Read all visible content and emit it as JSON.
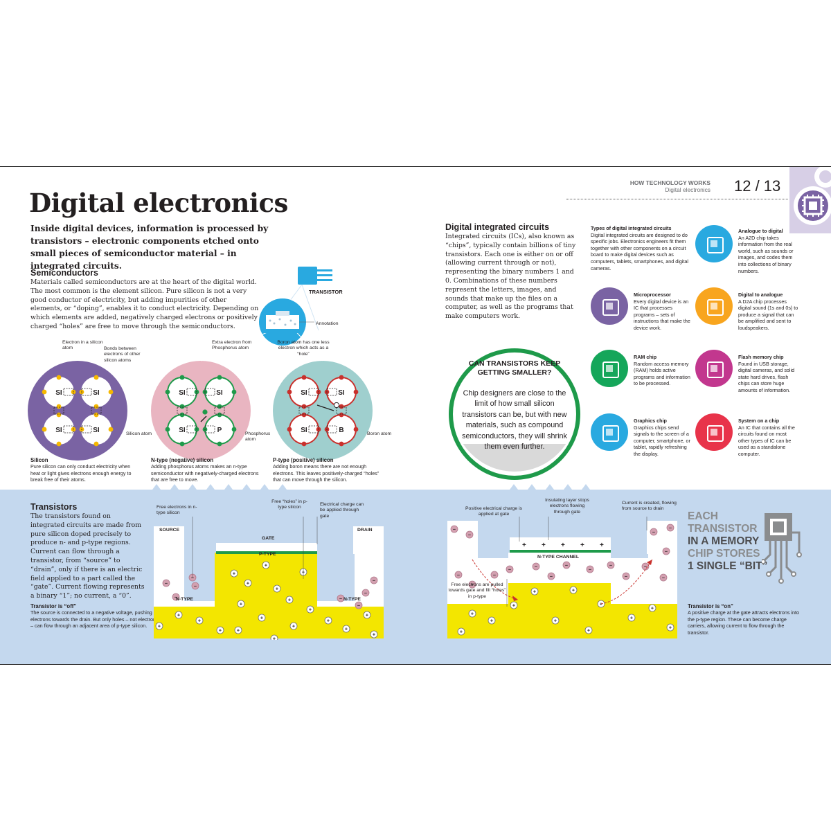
{
  "colors": {
    "purple": "#7a63a3",
    "pink": "#e9b5c1",
    "teal": "#9fcfce",
    "green": "#1e9a4a",
    "yellow": "#f3e600",
    "band": "#c4d8ee",
    "bluecirc": "#29a9e0",
    "orange": "#f8a51e",
    "red": "#e8334a",
    "darkgreen": "#15a65a",
    "magenta": "#c2378e",
    "electron": "#d3a0b0"
  },
  "header": {
    "section": "HOW TECHNOLOGY WORKS",
    "subsection": "Digital electronics",
    "folio": "12 / 13"
  },
  "title": "Digital electronics",
  "intro": "Inside digital devices, information is processed by transistors – electronic components etched onto small pieces of semiconductor material – in integrated circuits.",
  "semiconductors": {
    "heading": "Semiconductors",
    "body": "Materials called semiconductors are at the heart of the digital world. The most common is the element silicon. Pure silicon is not a very good conductor of electricity, but adding impurities of other elements, or “doping”, enables it to conduct electricity. Depending on which elements are added, negatively charged electrons or positively charged “holes” are free to move through the semiconductors."
  },
  "transistor_icon": {
    "label": "TRANSISTOR",
    "annotation": "Annotation"
  },
  "silicon_diagram": {
    "label_electron": "Electron in a silicon atom",
    "label_bonds": "Bonds between electrons of other silicon atoms",
    "label_atom": "Silicon atom",
    "atoms": [
      "SI",
      "SI",
      "SI",
      "SI"
    ],
    "caption_title": "Silicon",
    "caption": "Pure silicon can only conduct electricity when heat or light gives electrons enough energy to break free of their atoms."
  },
  "ntype_diagram": {
    "label_extra": "Extra electron from Phosphorus atom",
    "label_phosphorus": "Phosphorus atom",
    "atoms": [
      "SI",
      "SI",
      "SI",
      "P"
    ],
    "caption_title": "N-type (negative) silicon",
    "caption": "Adding phosphorus atoms makes an n-type semiconductor with negatively-charged electrons that are free to move."
  },
  "ptype_diagram": {
    "label_boron_hole": "Boron atom has one less electron which acts as a “hole”",
    "label_boron": "Boron atom",
    "atoms": [
      "SI",
      "SI",
      "SI",
      "B"
    ],
    "caption_title": "P-type (positive) silicon",
    "caption": "Adding boron means there are not enough electrons. This leaves positively-charged “holes” that can move through the silicon."
  },
  "integrated": {
    "heading": "Digital integrated circuits",
    "body": "Integrated circuits (ICs), also known as “chips”, typically contain billions of tiny transistors. Each one is either on or off (allowing current through or not), representing the binary numbers 1 and 0. Combinations of these numbers represent the letters, images, and sounds that make up the files on a computer, as well as the programs that make computers work."
  },
  "callout": {
    "title": "CAN TRANSISTORS KEEP GETTING SMALLER?",
    "body": "Chip designers are close to the limit of how small silicon transistors can be, but with new materials, such as compound semiconductors, they will shrink them even further."
  },
  "chip_types": {
    "title": "Types of digital integrated circuits",
    "intro": "Digital integrated circuits are designed to do specific jobs. Electronics engineers fit them together with other components on a circuit board to make digital devices such as computers, tablets, smartphones, and digital cameras.",
    "items": [
      {
        "title": "Analogue to digital",
        "text": "An A2D chip takes information from the real world, such as sounds or images, and codes them into collections of binary numbers.",
        "icon": "a2d-icon",
        "color": "#29a9e0"
      },
      {
        "title": "Microprocessor",
        "text": "Every digital device is an IC that processes programs – sets of instructions that make the device work.",
        "icon": "microprocessor-icon",
        "color": "#7a63a3"
      },
      {
        "title": "Digital to analogue",
        "text": "A D2A chip processes digital sound (1s and 0s) to produce a signal that can be amplified and sent to loudspeakers.",
        "icon": "d2a-icon",
        "color": "#f8a51e"
      },
      {
        "title": "RAM chip",
        "text": "Random access memory (RAM) holds active programs and information to be processed.",
        "icon": "ram-icon",
        "color": "#15a65a"
      },
      {
        "title": "Flash memory chip",
        "text": "Found in USB storage, digital cameras, and solid state hard drives, flash chips can store huge amounts of information.",
        "icon": "flash-memory-icon",
        "color": "#c2378e"
      },
      {
        "title": "Graphics chip",
        "text": "Graphics chips send signals to the screen of a computer, smartphone, or tablet, rapidly refreshing the display.",
        "icon": "graphics-chip-icon",
        "color": "#29a9e0"
      },
      {
        "title": "System on a chip",
        "text": "An IC that contains all the circuits found on most other types of IC can be used as a standalone computer.",
        "icon": "system-on-chip-icon",
        "color": "#e8334a"
      }
    ]
  },
  "transistors": {
    "heading": "Transistors",
    "body": "The transistors found on integrated circuits are made from pure silicon doped precisely to produce n- and p-type regions. Current can flow through a transistor, from “source” to “drain”, only if there is an electric field applied to a part called the “gate”. Current flowing represents a binary “1”; no current, a “0”.",
    "off_title": "Transistor is “off”",
    "off_text": "The source is connected to a negative voltage, pushing electrons towards the drain. But only holes – not electrons – can flow through an adjacent area of p-type silicon.",
    "on_title": "Transistor is “on”",
    "on_text": "A positive charge at the gate attracts electrons into the p-type region. These can become charge carriers, allowing current to flow through the transistor."
  },
  "off_diagram": {
    "free_electrons": "Free electrons in n-type silicon",
    "free_holes": "Free “holes” in p-type silicon",
    "electrical_charge": "Electrical charge can be applied through gate",
    "source": "SOURCE",
    "gate": "GATE",
    "drain": "DRAIN",
    "ptype": "P-TYPE",
    "ntype_left": "N-TYPE",
    "ntype_right": "N-TYPE"
  },
  "on_diagram": {
    "positive_charge": "Positive electrical charge is applied at gate",
    "insulating": "Insulating layer stops electrons flowing through gate",
    "current": "Current is created, flowing from source to drain",
    "channel": "N-TYPE CHANNEL",
    "pulled": "Free electrons are pulled towards gate and fill “holes” in p-type"
  },
  "memory_fact": {
    "line1": "EACH",
    "line2": "TRANSISTOR",
    "line3": "IN A MEMORY",
    "line4": "CHIP STORES",
    "line5": "1 SINGLE “BIT”"
  }
}
